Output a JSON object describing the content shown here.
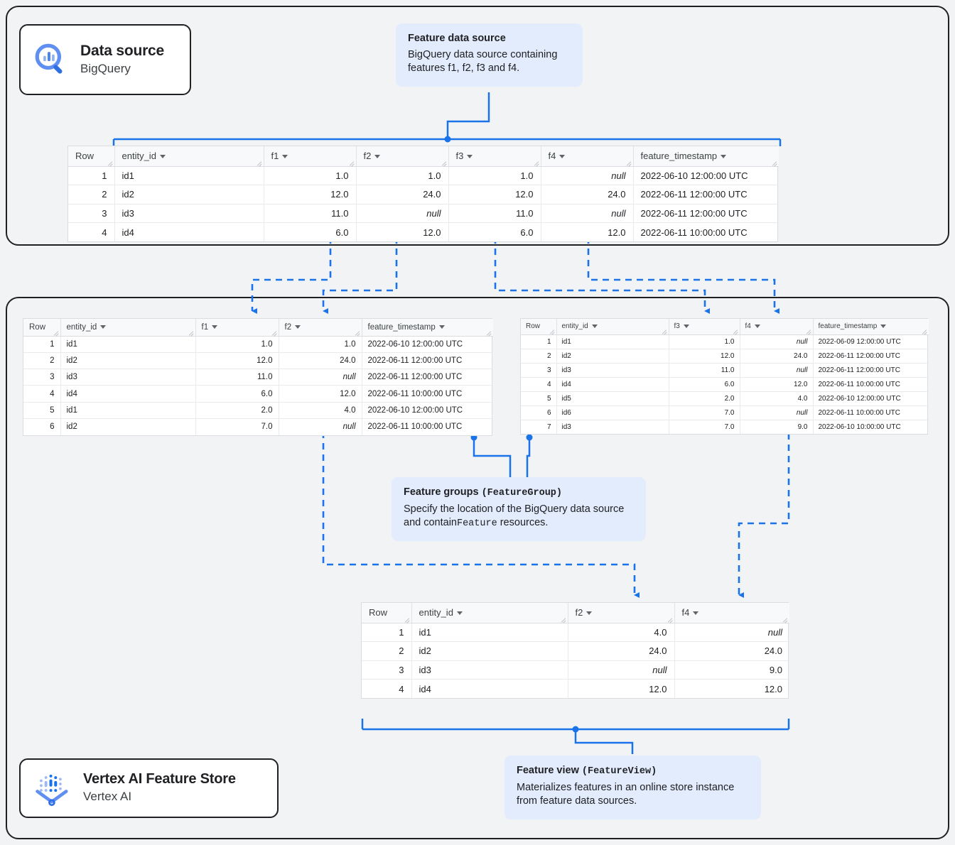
{
  "chips": {
    "datasource": {
      "icon": "bigquery-search-icon",
      "title": "Data source",
      "subtitle": "BigQuery"
    },
    "featurestore": {
      "icon": "vertex-ai-feature-store-icon",
      "title": "Vertex AI Feature Store",
      "subtitle": "Vertex AI"
    }
  },
  "notes": {
    "feature_data_source": {
      "title": "Feature data source",
      "body": "BigQuery data source containing features f1, f2, f3 and f4."
    },
    "feature_groups": {
      "title_plain": "Feature groups ",
      "title_code": "(FeatureGroup)",
      "body_part1": "Specify the location of the BigQuery data source and contain",
      "body_code": "Feature",
      "body_part2": " resources."
    },
    "feature_view": {
      "title_plain": "Feature view ",
      "title_code": "(FeatureView)",
      "body": "Materializes features in an online store instance from feature data sources."
    }
  },
  "colors": {
    "accent": "#1a73e8",
    "note_bg": "#e3ecfd",
    "panel_bg": "#f1f3f4",
    "border": "#202124",
    "table_header_bg": "#f8f9fa",
    "null_text": "#80868b"
  },
  "tables": {
    "source": {
      "name": "feature-data-source-table",
      "columns": [
        "Row",
        "entity_id",
        "f1",
        "f2",
        "f3",
        "f4",
        "feature_timestamp"
      ],
      "rows": [
        [
          "1",
          "id1",
          "1.0",
          "1.0",
          "1.0",
          "null",
          "2022-06-10 12:00:00 UTC"
        ],
        [
          "2",
          "id2",
          "12.0",
          "24.0",
          "12.0",
          "24.0",
          "2022-06-11 12:00:00 UTC"
        ],
        [
          "3",
          "id3",
          "11.0",
          "null",
          "11.0",
          "null",
          "2022-06-11 12:00:00 UTC"
        ],
        [
          "4",
          "id4",
          "6.0",
          "12.0",
          "6.0",
          "12.0",
          "2022-06-11 10:00:00 UTC"
        ]
      ]
    },
    "group1": {
      "name": "feature-group-1-table",
      "columns": [
        "Row",
        "entity_id",
        "f1",
        "f2",
        "feature_timestamp"
      ],
      "rows": [
        [
          "1",
          "id1",
          "1.0",
          "1.0",
          "2022-06-10 12:00:00 UTC"
        ],
        [
          "2",
          "id2",
          "12.0",
          "24.0",
          "2022-06-11 12:00:00 UTC"
        ],
        [
          "3",
          "id3",
          "11.0",
          "null",
          "2022-06-11 12:00:00 UTC"
        ],
        [
          "4",
          "id4",
          "6.0",
          "12.0",
          "2022-06-11 10:00:00 UTC"
        ],
        [
          "5",
          "id1",
          "2.0",
          "4.0",
          "2022-06-10 12:00:00 UTC"
        ],
        [
          "6",
          "id2",
          "7.0",
          "null",
          "2022-06-11 10:00:00 UTC"
        ]
      ]
    },
    "group2": {
      "name": "feature-group-2-table",
      "columns": [
        "Row",
        "entity_id",
        "f3",
        "f4",
        "feature_timestamp"
      ],
      "rows": [
        [
          "1",
          "id1",
          "1.0",
          "null",
          "2022-06-09 12:00:00 UTC"
        ],
        [
          "2",
          "id2",
          "12.0",
          "24.0",
          "2022-06-11 12:00:00 UTC"
        ],
        [
          "3",
          "id3",
          "11.0",
          "null",
          "2022-06-11 12:00:00 UTC"
        ],
        [
          "4",
          "id4",
          "6.0",
          "12.0",
          "2022-06-11 10:00:00 UTC"
        ],
        [
          "5",
          "id5",
          "2.0",
          "4.0",
          "2022-06-10 12:00:00 UTC"
        ],
        [
          "6",
          "id6",
          "7.0",
          "null",
          "2022-06-11 10:00:00 UTC"
        ],
        [
          "7",
          "id3",
          "7.0",
          "9.0",
          "2022-06-10 10:00:00 UTC"
        ]
      ]
    },
    "view": {
      "name": "feature-view-table",
      "columns": [
        "Row",
        "entity_id",
        "f2",
        "f4"
      ],
      "rows": [
        [
          "1",
          "id1",
          "4.0",
          "null"
        ],
        [
          "2",
          "id2",
          "24.0",
          "24.0"
        ],
        [
          "3",
          "id3",
          "null",
          "9.0"
        ],
        [
          "4",
          "id4",
          "12.0",
          "12.0"
        ]
      ]
    }
  }
}
